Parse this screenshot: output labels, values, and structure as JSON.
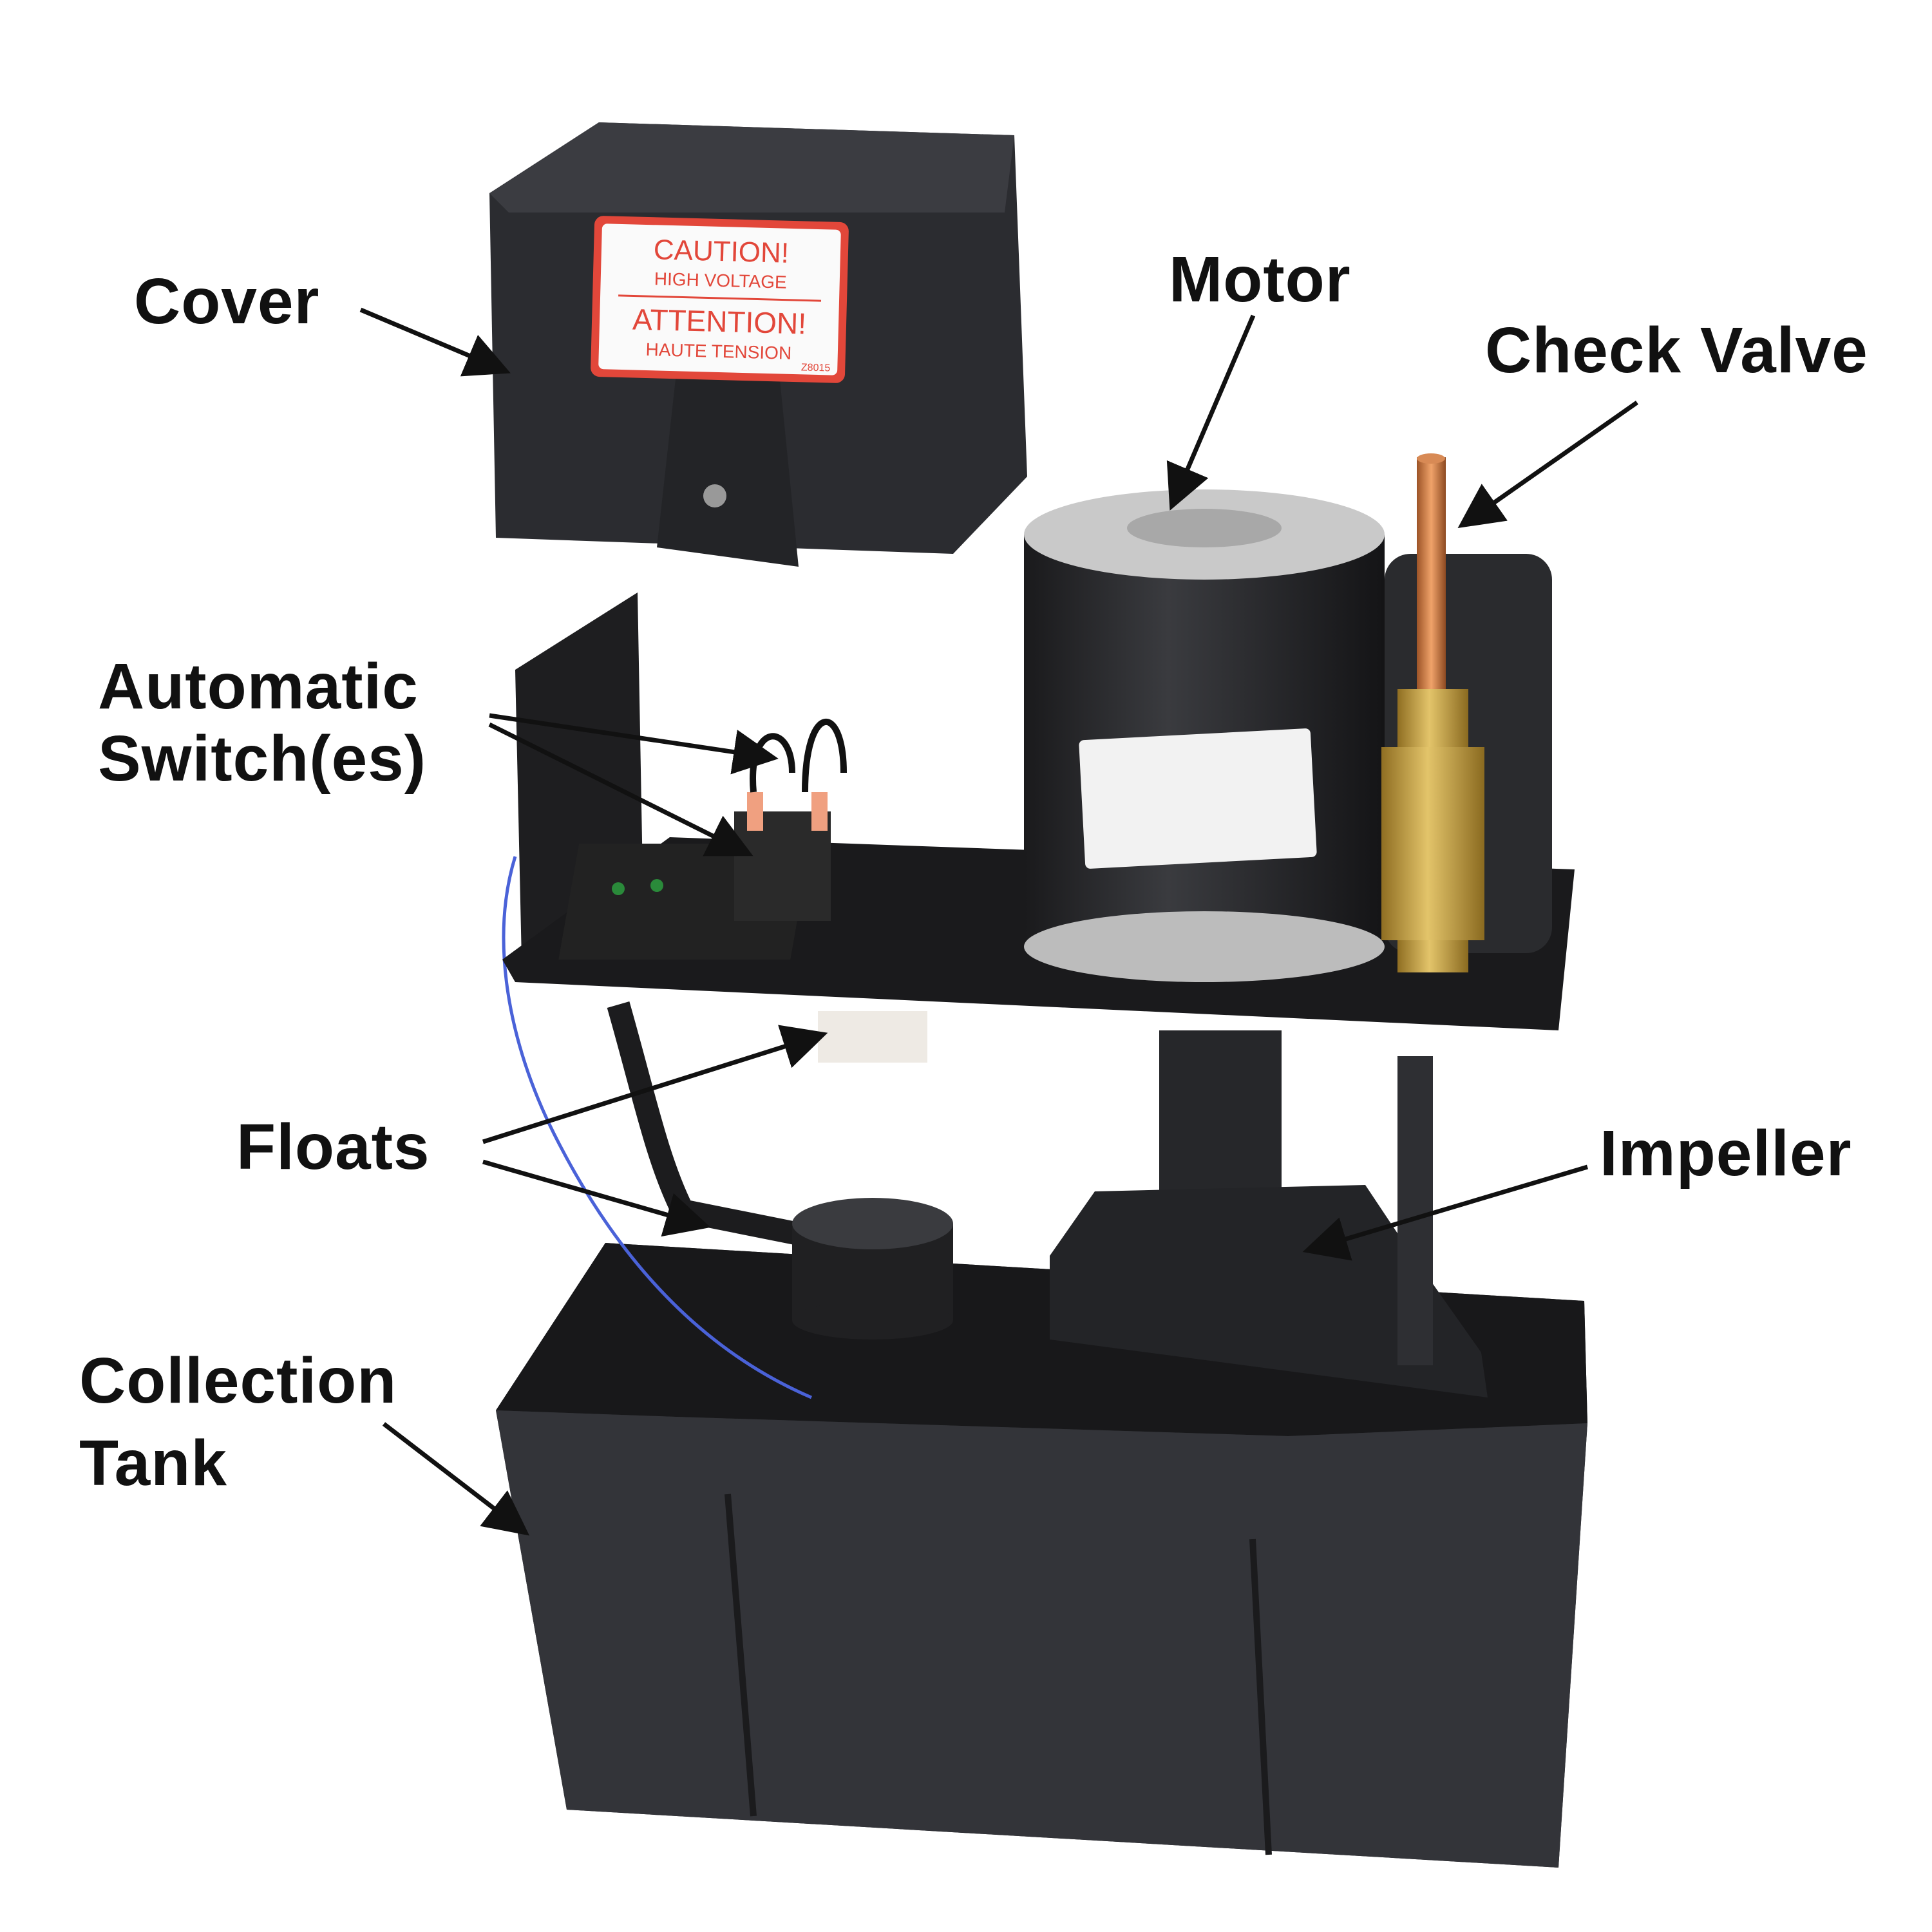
{
  "labels": {
    "cover": "Cover",
    "motor": "Motor",
    "check_valve": "Check Valve",
    "automatic_switches_line1": "Automatic",
    "automatic_switches_line2": "Switch(es)",
    "floats": "Floats",
    "impeller": "Impeller",
    "collection_tank_line1": "Collection",
    "collection_tank_line2": "Tank"
  },
  "caution_label": {
    "line1": "CAUTION!",
    "line2": "HIGH VOLTAGE",
    "line3": "ATTENTION!",
    "line4": "HAUTE TENSION",
    "code": "Z8015"
  },
  "colors": {
    "plastic": "#2b2c30",
    "label_red": "#e2473a",
    "copper": "#c8763e",
    "brass": "#c9a443",
    "wire_blue": "#4a62d8"
  }
}
